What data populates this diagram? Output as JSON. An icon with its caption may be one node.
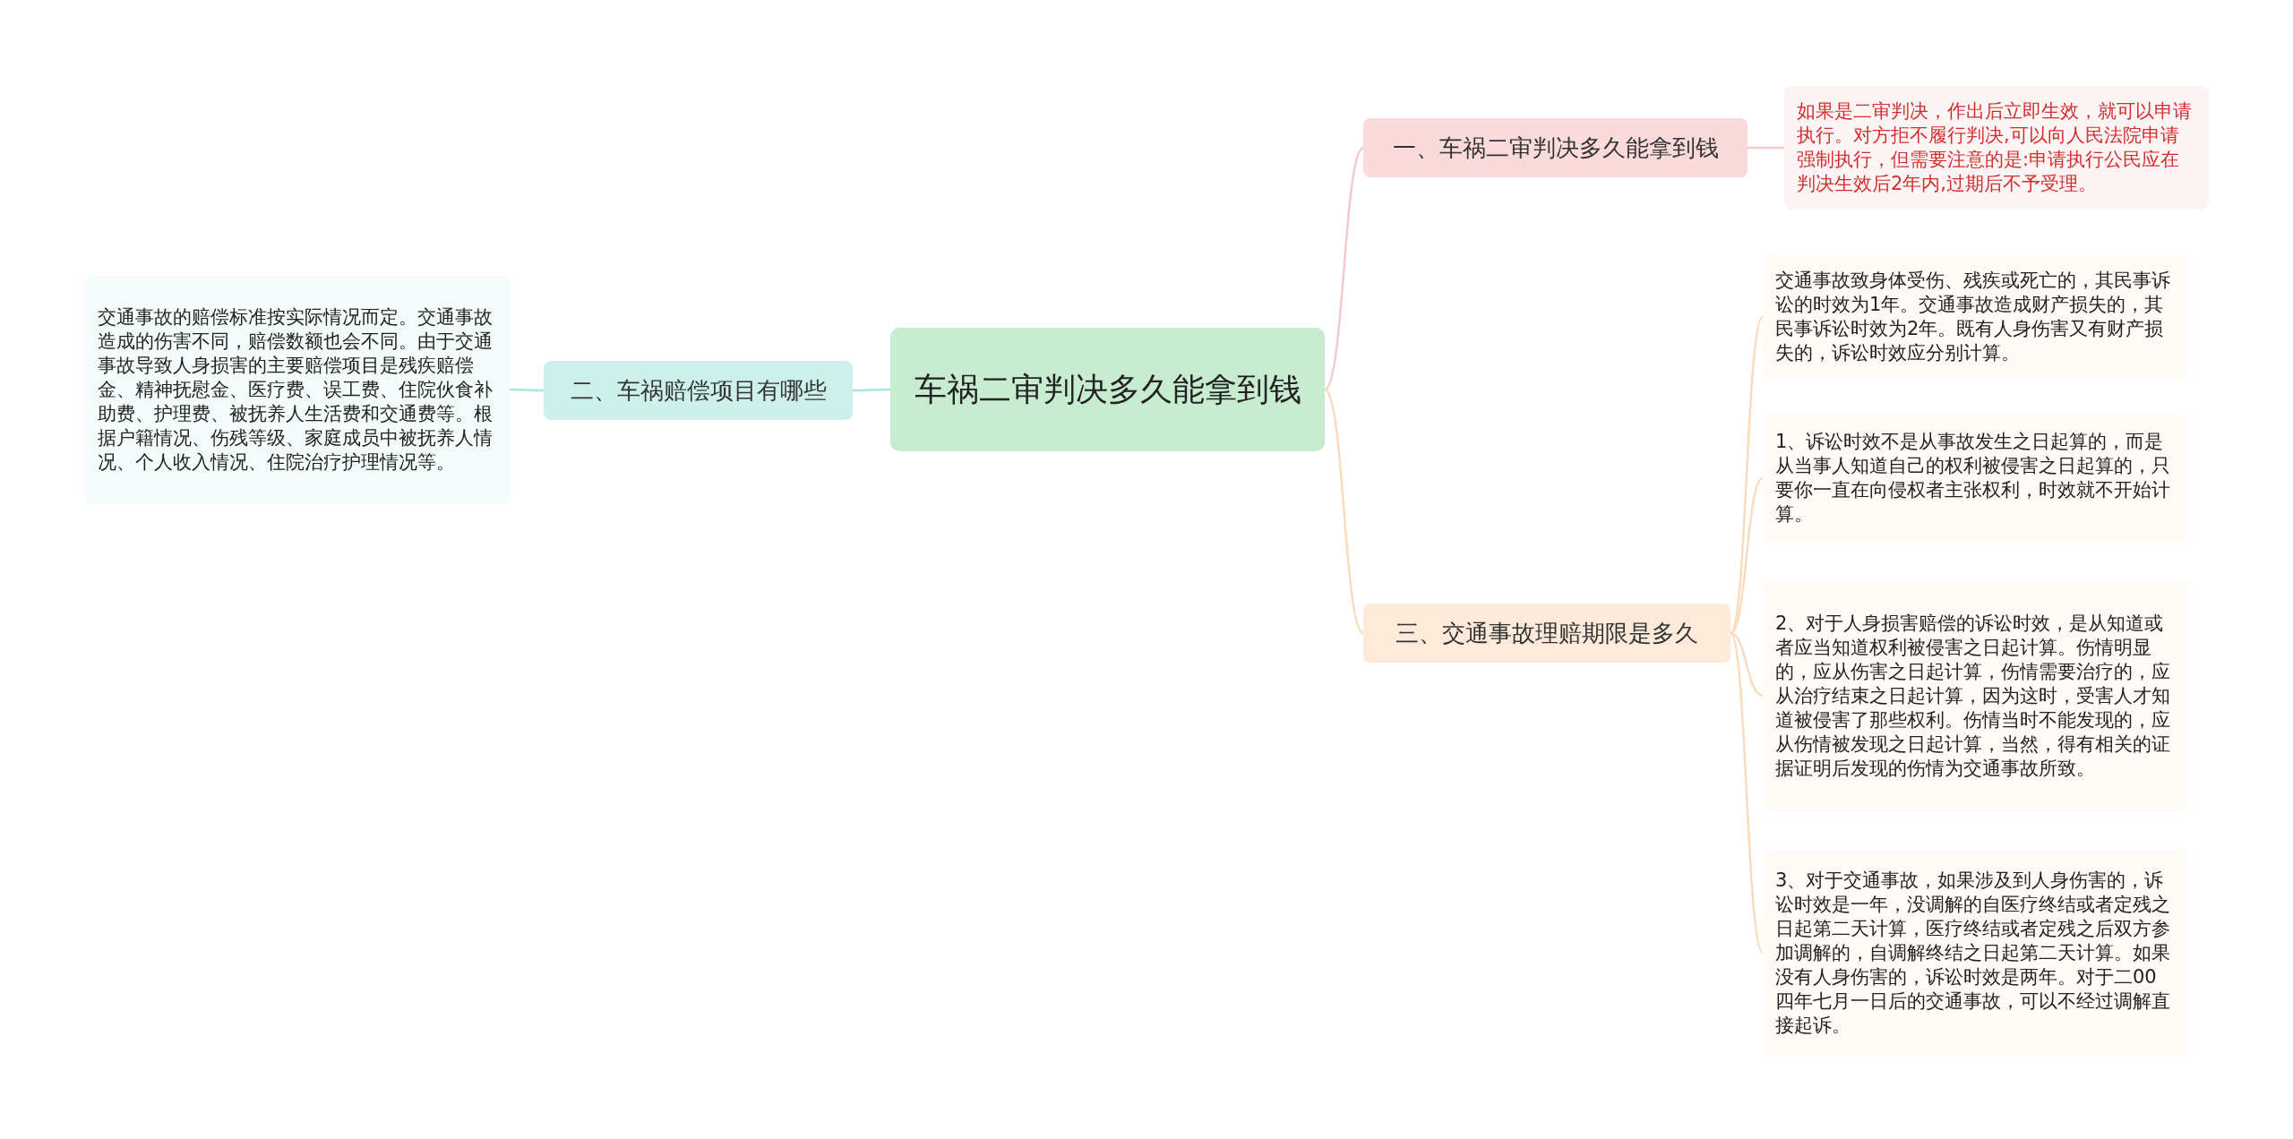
{
  "diagram": {
    "nodes": [
      {
        "text": [
          "车祸二审判决多久能拿到钱"
        ]
      },
      {
        "text": [
          "一、车祸二审判决多久能拿到钱"
        ]
      },
      {
        "text": [
          "如果是二审判决，作出后立即生效，就可以申请执行。对方拒不履行判决,可以向人民法院申请强制执行，但需要注意的是:申请执行公民应在判决生效后2年内,过期后不予受理。"
        ]
      },
      {
        "text": [
          "二、车祸赔偿项目有哪些"
        ]
      },
      {
        "text": [
          "交通事故的赔偿标准按实际情况而定。交通事故造成的伤害不同，赔偿数额也会不同。由于交通事故导致人身损害的主要赔偿项目是残疾赔偿金、精神抚慰金、医疗费、误工费、住院伙食补助费、护理费、被抚养人生活费和交通费等。根据户籍情况、伤残等级、家庭成员中被抚养人情况、个人收入情况、住院治疗护理情况等。"
        ]
      },
      {
        "text": [
          "三、交通事故理赔期限是多久"
        ]
      },
      {
        "text": [
          "交通事故致身体受伤、残疾或死亡的，其民事诉讼的时效为1年。交通事故造成财产损失的，其民事诉讼时效为2年。既有人身伤害又有财产损失的，诉讼时效应分别计算。"
        ]
      },
      {
        "text": [
          "1、诉讼时效不是从事故发生之日起算的，而是从当事人知道自己的权利被侵害之日起算的，只要你一直在向侵权者主张权利，时效就不开始计算。"
        ]
      },
      {
        "text": [
          "2、对于人身损害赔偿的诉讼时效，是从知道或者应当知道权利被侵害之日起计算。伤情明显的，应从伤害之日起计算，伤情需要治疗的，应从治疗结束之日起计算，因为这时，受害人才知道被侵害了那些权利。伤情当时不能发现的，应从伤情被发现之日起计算，当然，得有相关的证据证明后发现的伤情为交通事故所致。"
        ]
      },
      {
        "text": [
          "3、对于交通事故，如果涉及到人身伤害的，诉讼时效是一年，没调解的自医疗终结或者定残之日起第二天计算，医疗终结或者定残之后双方参加调解的，自调解终结之日起第二天计算。如果没有人身伤害的，诉讼时效是两年。对于二00四年七月一日后的交通事故，可以不经过调解直接起诉。"
        ]
      }
    ],
    "edges": [
      {
        "from": 0,
        "to": 1,
        "arrow": "none",
        "color": "#f4c9cb"
      },
      {
        "from": 1,
        "to": 2,
        "arrow": "none",
        "color": "#f4c9cb"
      },
      {
        "from": 0,
        "to": 3,
        "arrow": "none",
        "color": "#a9e6dc"
      },
      {
        "from": 3,
        "to": 4,
        "arrow": "none",
        "color": "#a9e6dc"
      },
      {
        "from": 0,
        "to": 5,
        "arrow": "none",
        "color": "#f8dcbc"
      },
      {
        "from": 5,
        "to": 6,
        "arrow": "none",
        "color": "#f8dcbc"
      },
      {
        "from": 5,
        "to": 7,
        "arrow": "none",
        "color": "#f8dcbc"
      },
      {
        "from": 5,
        "to": 8,
        "arrow": "none",
        "color": "#f8dcbc"
      },
      {
        "from": 5,
        "to": 9,
        "arrow": "none",
        "color": "#f8dcbc"
      }
    ]
  }
}
